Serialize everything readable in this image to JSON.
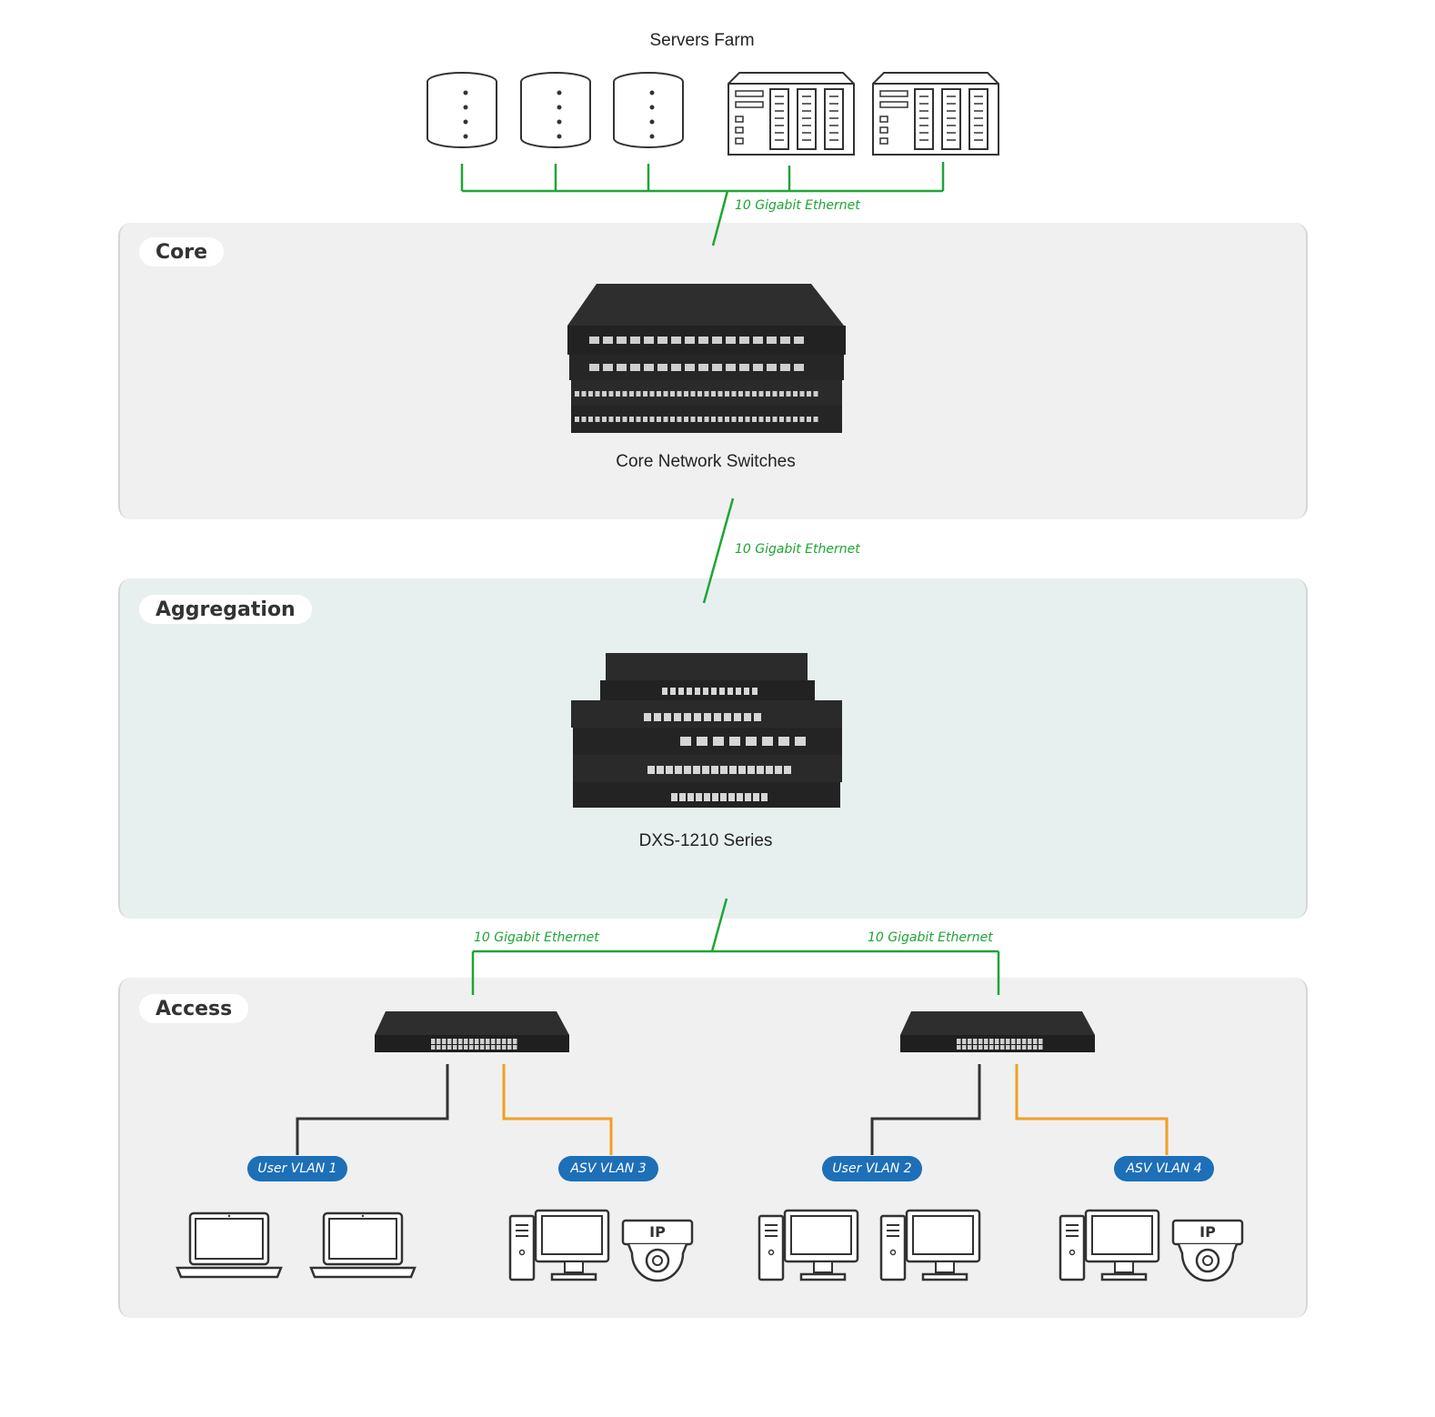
{
  "title": "Servers Farm",
  "tiers": {
    "core": {
      "label": "Core",
      "device_caption": "Core Network Switches"
    },
    "aggregation": {
      "label": "Aggregation",
      "device_caption": "DXS-1210 Series"
    },
    "access": {
      "label": "Access"
    }
  },
  "links": {
    "servers_to_core": "10 Gigabit Ethernet",
    "core_to_aggregation": "10 Gigabit Ethernet",
    "aggregation_to_access_left": "10 Gigabit Ethernet",
    "aggregation_to_access_right": "10 Gigabit Ethernet"
  },
  "vlans": [
    "User VLAN 1",
    "ASV VLAN 3",
    "User VLAN 2",
    "ASV VLAN 4"
  ],
  "ip_camera_text": "IP",
  "colors": {
    "link_green": "#1fa535",
    "vlan_blue": "#1d6fb8",
    "user_line": "#333333",
    "asv_line": "#f0a020",
    "core_bg": "#f0f0f0",
    "aggregation_bg": "#e8f0ef",
    "access_bg": "#f0f0f0"
  },
  "icons": [
    "database-icon",
    "server-rack-icon",
    "network-switch-icon",
    "laptop-icon",
    "desktop-computer-icon",
    "ip-camera-icon"
  ]
}
